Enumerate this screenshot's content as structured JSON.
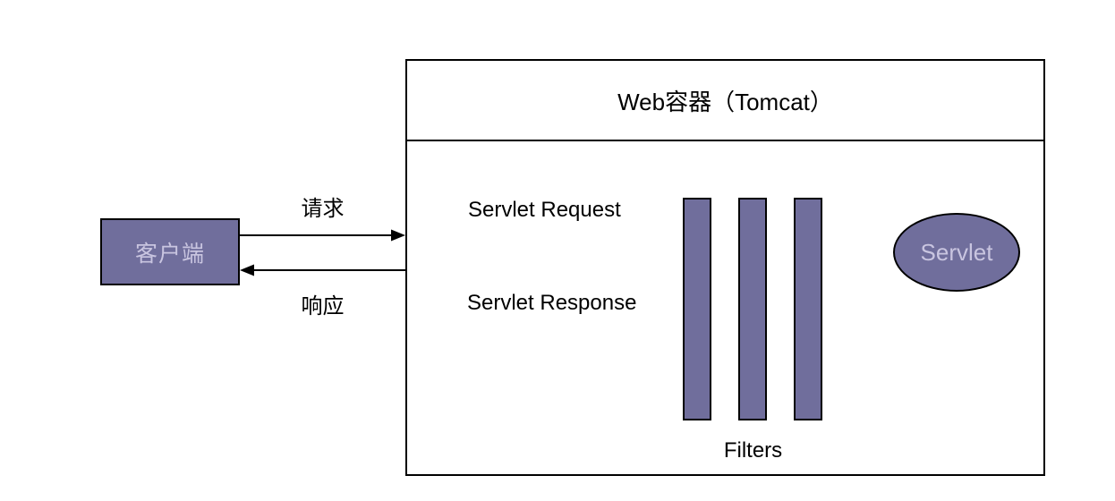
{
  "colors": {
    "shape_fill": "#706e9c",
    "shape_text": "#c9c5e0",
    "line": "#000000"
  },
  "client": {
    "label": "客户端"
  },
  "outer_flow": {
    "request_label": "请求",
    "response_label": "响应"
  },
  "web_container": {
    "title": "Web容器（Tomcat）"
  },
  "inner_flow": {
    "request_label": "Servlet Request",
    "response_label": "Servlet Response"
  },
  "filters": {
    "label": "Filters",
    "count": 3
  },
  "servlet": {
    "label": "Servlet"
  }
}
